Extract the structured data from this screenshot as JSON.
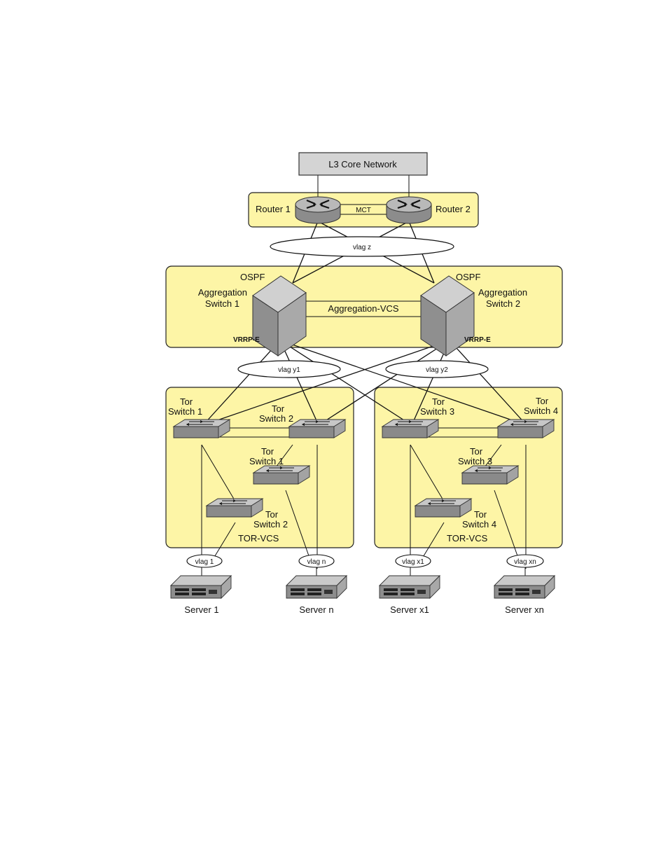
{
  "core": {
    "label": "L3 Core Network"
  },
  "routers": {
    "router1": "Router 1",
    "router2": "Router 2",
    "mct": "MCT"
  },
  "vlags": {
    "z": "vlag z",
    "y1": "vlag y1",
    "y2": "vlag y2",
    "v1": "vlag 1",
    "vn": "vlag n",
    "vx1": "vlag x1",
    "vxn": "vlag xn"
  },
  "aggregation": {
    "ospf_left": "OSPF",
    "ospf_right": "OSPF",
    "agg1_line1": "Aggregation",
    "agg1_line2": "Switch 1",
    "agg2_line1": "Aggregation",
    "agg2_line2": "Switch 2",
    "vcs": "Aggregation-VCS",
    "vrrp_left": "VRRP-E",
    "vrrp_right": "VRRP-E"
  },
  "tor_left": {
    "sw1_l1": "Tor",
    "sw1_l2": "Switch 1",
    "sw2_l1": "Tor",
    "sw2_l2": "Switch 2",
    "sw1b_l1": "Tor",
    "sw1b_l2": "Switch 1",
    "sw2b_l1": "Tor",
    "sw2b_l2": "Switch 2",
    "vcs": "TOR-VCS"
  },
  "tor_right": {
    "sw3_l1": "Tor",
    "sw3_l2": "Switch 3",
    "sw4_l1": "Tor",
    "sw4_l2": "Switch 4",
    "sw3b_l1": "Tor",
    "sw3b_l2": "Switch 3",
    "sw4b_l1": "Tor",
    "sw4b_l2": "Switch 4",
    "vcs": "TOR-VCS"
  },
  "servers": {
    "s1": "Server 1",
    "sn": "Server n",
    "sx1": "Server x1",
    "sxn": "Server xn"
  },
  "colors": {
    "region_fill": "#fdf5a6",
    "device_gray": "#9a9a9a",
    "core_fill": "#d4d4d4"
  }
}
